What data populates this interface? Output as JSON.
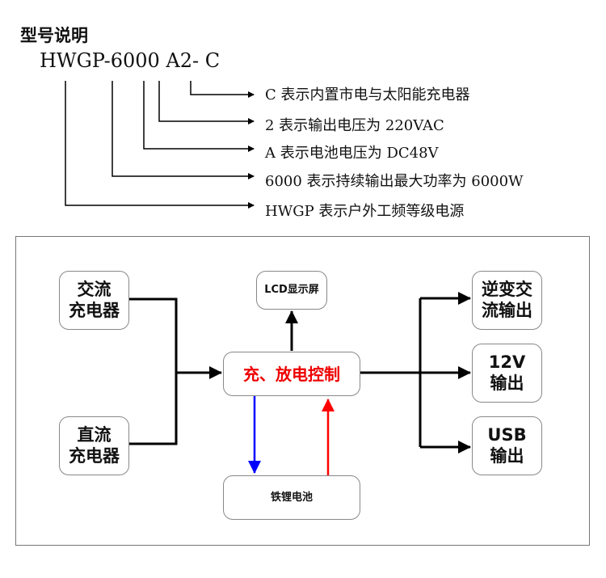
{
  "title": "型号说明",
  "model_code": "HWGP-6000 A2- C",
  "descriptions": [
    "C 表示内置市电与太阳能充电器",
    "2 表示输出电压为 220VAC",
    "A 表示电池电压为 DC48V",
    "6000 表示持续输出最大功率为 6000W",
    "HWGP 表示户外工频等级电源"
  ],
  "diagram": {
    "ac_charger": "交流\n充电器",
    "dc_charger": "直流\n充电器",
    "lcd": "LCD显示屏",
    "controller": "充、放电控制",
    "battery": "铁锂电池",
    "inverter_output": "逆变交\n流输出",
    "output_12v": "12V\n输出",
    "usb_output": "USB\n输出",
    "colors": {
      "controller_text": "#e00000",
      "charge_arrow": "#0000ff",
      "discharge_arrow": "#ff0000"
    }
  }
}
